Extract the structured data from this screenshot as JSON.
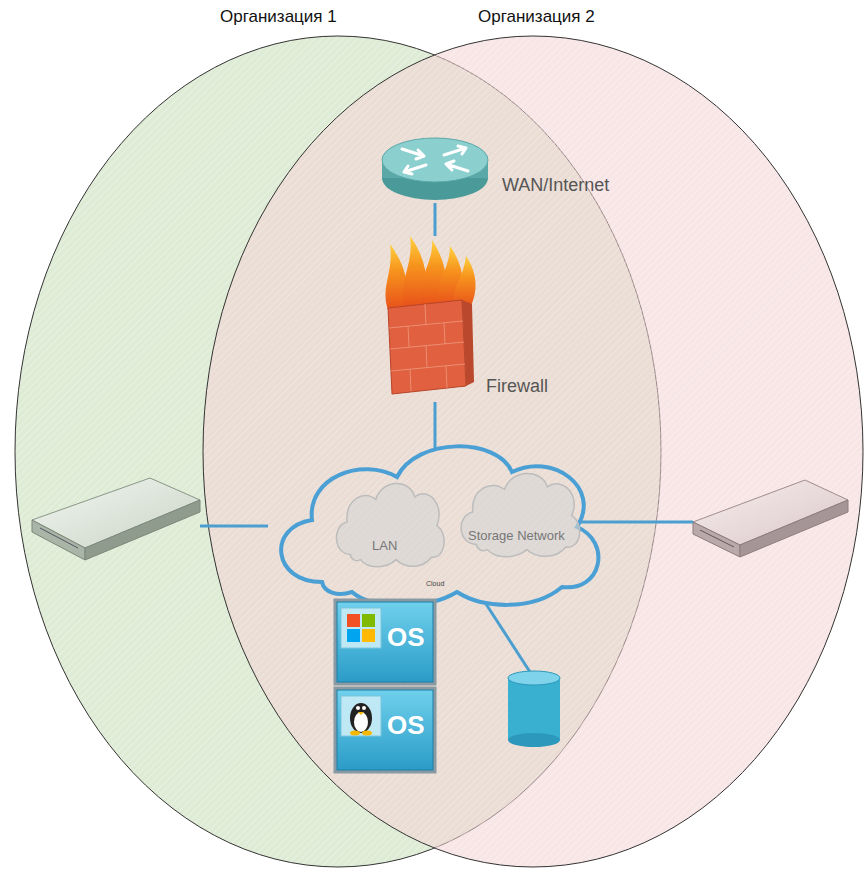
{
  "diagram": {
    "nodes": [
      {
        "text": [
          "Организация 1"
        ]
      },
      {
        "text": [
          "Организация 2"
        ]
      },
      {
        "text": [
          "WAN/Internet"
        ]
      },
      {
        "text": [
          "Firewall"
        ]
      },
      {
        "text": [
          "Cloud"
        ]
      },
      {
        "text": [
          "LAN"
        ],
        "in": 4
      },
      {
        "text": [
          "Storage Network"
        ],
        "in": 4
      },
      {
        "text": [
          "OS"
        ]
      },
      {
        "text": [
          "OS"
        ]
      }
    ],
    "edges": [
      {
        "from": 2,
        "to": 3,
        "arrow": "none"
      },
      {
        "from": 3,
        "to": 4,
        "arrow": "none"
      }
    ]
  }
}
